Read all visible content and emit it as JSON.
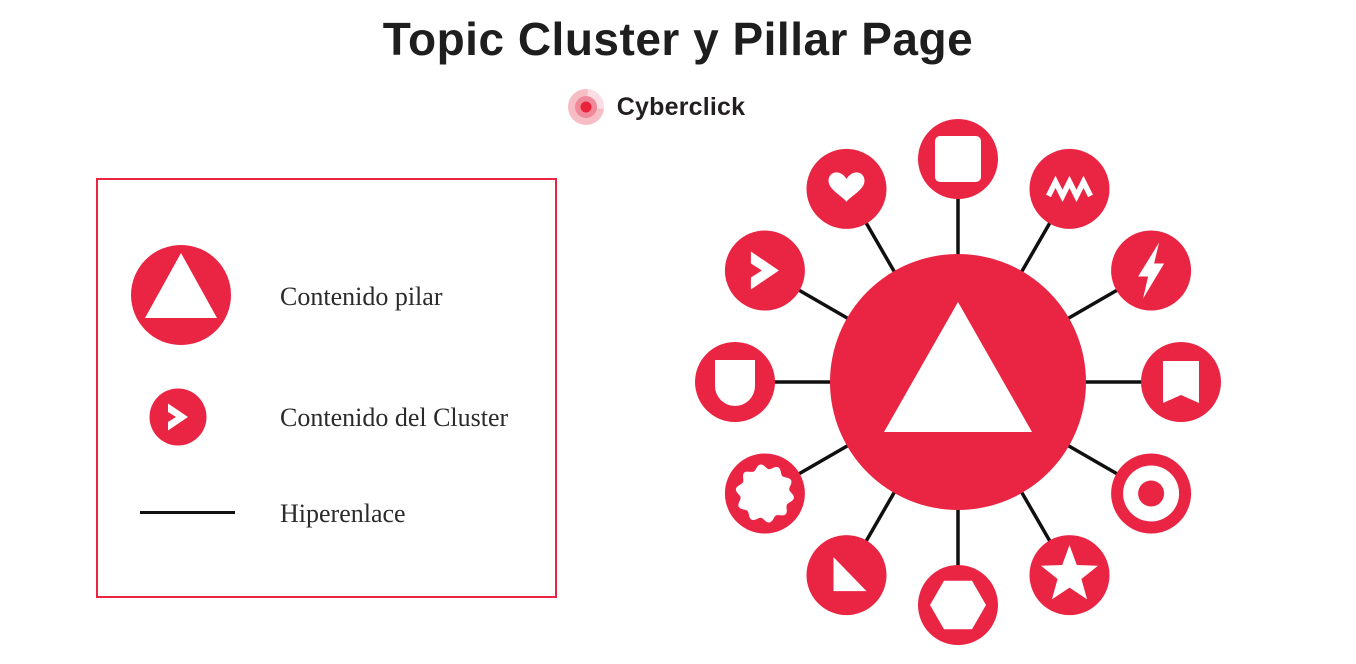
{
  "page": {
    "title": "Topic Cluster y Pillar Page",
    "brand_name": "Cyberclick"
  },
  "colors": {
    "red": "#EA2443",
    "spoke": "#101010",
    "title_text": "#1E1E1E",
    "label_text": "#2B2B2B",
    "background": "#FFFFFF",
    "logo_outer": "#F6BDC4",
    "logo_outer_light": "#FADEE3",
    "logo_mid": "#F0899A",
    "logo_dot": "#E8243C"
  },
  "legend": {
    "items": [
      {
        "icon": "pillar-circle-triangle-icon",
        "label": "Contenido pilar"
      },
      {
        "icon": "cluster-circle-chevron-icon",
        "label": "Contenido del Cluster"
      },
      {
        "icon": "hyperlink-line-icon",
        "label": "Hiperenlace"
      }
    ]
  },
  "diagram": {
    "hub": {
      "name": "pillar-page-hub",
      "icon": "triangle"
    },
    "spoke_count": 12,
    "satellites": [
      {
        "icon": "square",
        "angle_deg": 90
      },
      {
        "icon": "zigzag",
        "angle_deg": 60
      },
      {
        "icon": "lightning",
        "angle_deg": 30
      },
      {
        "icon": "bookmark",
        "angle_deg": 0
      },
      {
        "icon": "bullseye",
        "angle_deg": -30
      },
      {
        "icon": "star",
        "angle_deg": -60
      },
      {
        "icon": "hexagon",
        "angle_deg": -90
      },
      {
        "icon": "triangle-right",
        "angle_deg": -120
      },
      {
        "icon": "wavy-ring",
        "angle_deg": -150
      },
      {
        "icon": "shield",
        "angle_deg": 180
      },
      {
        "icon": "chevron",
        "angle_deg": 150
      },
      {
        "icon": "heart",
        "angle_deg": 120
      }
    ]
  }
}
